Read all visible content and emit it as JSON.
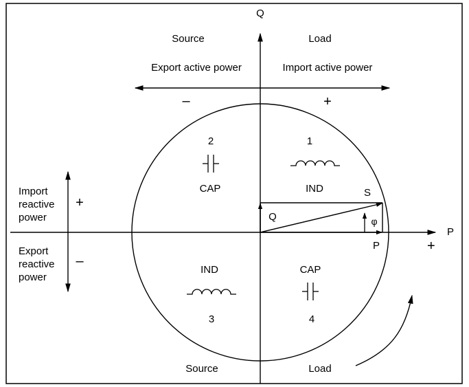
{
  "axes": {
    "q_label": "Q",
    "p_label": "P"
  },
  "top": {
    "source": "Source",
    "load": "Load",
    "export_active": "Export active power",
    "import_active": "Import active power",
    "minus": "–",
    "plus": "+"
  },
  "left": {
    "import_line1": "Import",
    "import_line2": "reactive",
    "import_line3": "power",
    "export_line1": "Export",
    "export_line2": "reactive",
    "export_line3": "power",
    "plus": "+",
    "minus": "–"
  },
  "right": {
    "p_plus": "+"
  },
  "quadrants": {
    "q1": {
      "number": "1",
      "type": "IND"
    },
    "q2": {
      "number": "2",
      "type": "CAP"
    },
    "q3": {
      "number": "3",
      "type": "IND"
    },
    "q4": {
      "number": "4",
      "type": "CAP"
    }
  },
  "vectors": {
    "s": "S",
    "q": "Q",
    "p": "P",
    "phi": "φ"
  },
  "bottom": {
    "source": "Source",
    "load": "Load"
  }
}
